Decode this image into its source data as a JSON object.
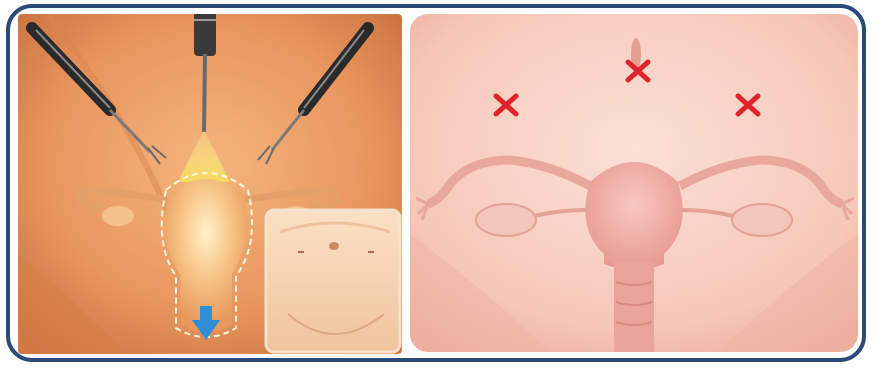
{
  "figure": {
    "left_panel": {
      "subject": "laparoscopic-hysterectomy-illustration",
      "instruments": [
        "left-laparoscopic-grasper",
        "center-laparoscope",
        "right-laparoscopic-grasper"
      ],
      "inset": "abdomen-port-sites-inset"
    },
    "right_panel": {
      "subject": "uterus-incision-sites-illustration",
      "markers": [
        "x",
        "x",
        "x"
      ]
    },
    "colors": {
      "frame_border": "#2a4a78",
      "marker_red": "#e0222a",
      "arrow_blue": "#2e8fd8",
      "dashed_outline": "#fff6d8",
      "skin_left": "#e8965e",
      "skin_right": "#f6c7b8"
    }
  }
}
